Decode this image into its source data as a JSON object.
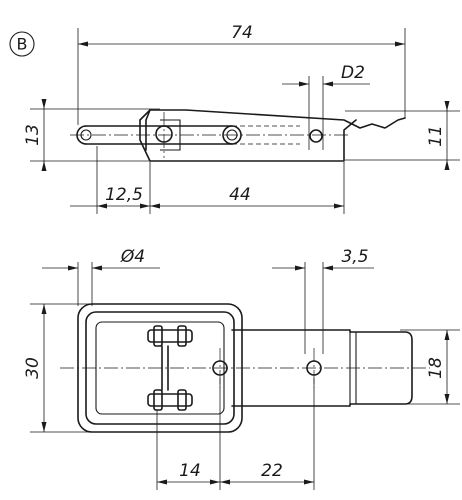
{
  "view_label": "B",
  "dimensions": {
    "overall_length": "74",
    "pin_diameter_top": "D2",
    "height_left": "13",
    "height_right": "11",
    "offset_left": "12,5",
    "center_distance_top": "44",
    "hole_diameter": "Ø4",
    "slot_width": "3,5",
    "frame_width": "30",
    "tongue_width": "18",
    "hinge_offset": "14",
    "hole_spacing": "22"
  }
}
